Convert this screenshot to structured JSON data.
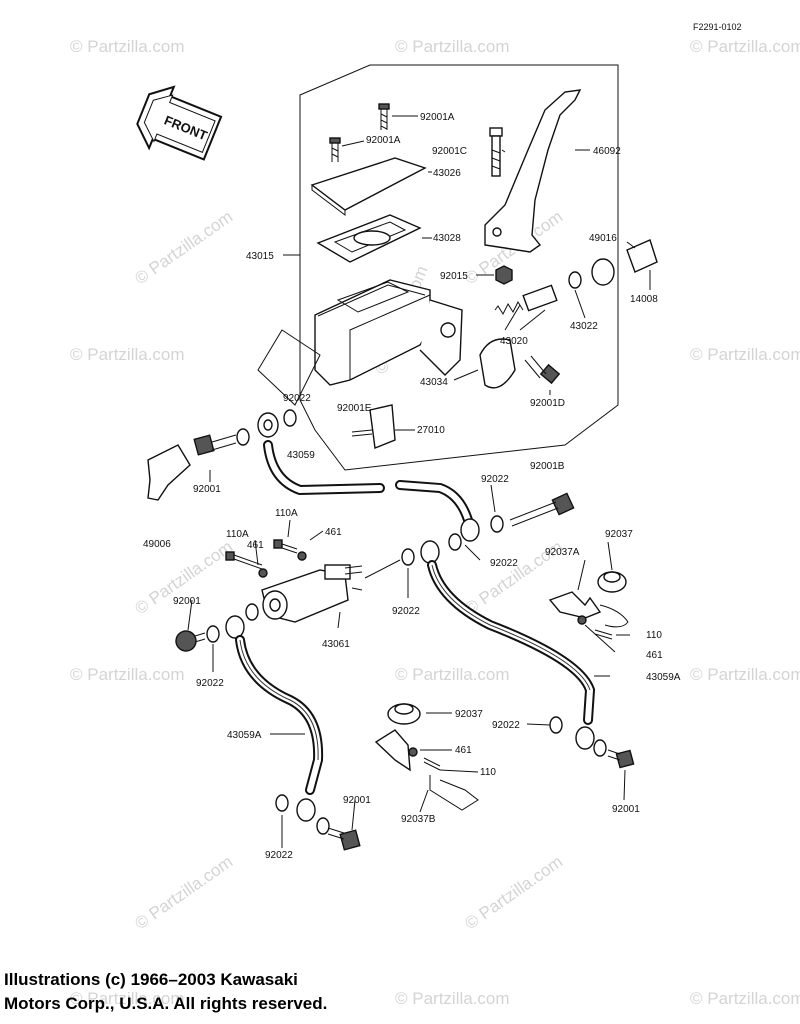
{
  "figure_id": "F2291-0102",
  "front_label": "FRONT",
  "watermark": "© Partzilla.com",
  "copyright": {
    "line1": "Illustrations (c) 1966–2003 Kawasaki",
    "line2": "Motors Corp., U.S.A.  All rights reserved."
  },
  "parts": {
    "p92001A_1": "92001A",
    "p92001A_2": "92001A",
    "p92001C": "92001C",
    "p46092": "46092",
    "p43026": "43026",
    "p43028": "43028",
    "p43015": "43015",
    "p49016": "49016",
    "p92015": "92015",
    "p14008": "14008",
    "p43022": "43022",
    "p43020": "43020",
    "p43034": "43034",
    "p92001D": "92001D",
    "p92022_a": "92022",
    "p92001E": "92001E",
    "p27010": "27010",
    "p43059": "43059",
    "p92001_a": "92001",
    "p49006": "49006",
    "p92022_b": "92022",
    "p92001B": "92001B",
    "p110A_a": "110A",
    "p461_a": "461",
    "p110A_b": "110A",
    "p461_b": "461",
    "p92022_c": "92022",
    "p92037_a": "92037",
    "p92037A": "92037A",
    "p92022_d": "92022",
    "p92001_b": "92001",
    "p43061": "43061",
    "p110_a": "110",
    "p461_c": "461",
    "p92022_e": "92022",
    "p43059A_a": "43059A",
    "p92037_b": "92037",
    "p92022_f": "92022",
    "p43059A_b": "43059A",
    "p461_d": "461",
    "p110_b": "110",
    "p92001_c": "92001",
    "p92037B": "92037B",
    "p92001_d": "92001",
    "p92022_g": "92022"
  }
}
